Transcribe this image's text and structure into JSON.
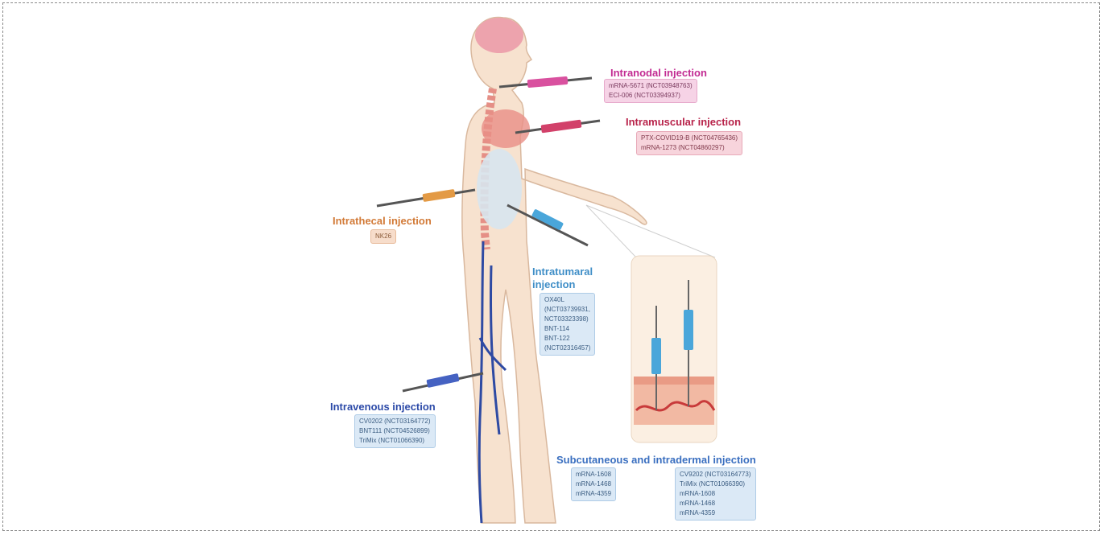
{
  "routes": {
    "intranodal": {
      "title": "Intranodal injection",
      "color": "#c22a92",
      "items": [
        "mRNA-5671 (NCT03948763)",
        "ECI-006 (NCT03394937)"
      ]
    },
    "intramuscular": {
      "title": "Intramuscular injection",
      "color": "#b8234a",
      "items": [
        "PTX-COVID19-B (NCT04765436)",
        "mRNA-1273 (NCT04860297)"
      ]
    },
    "intrathecal": {
      "title": "Intrathecal injection",
      "color": "#d27a37",
      "items": [
        "NK26"
      ]
    },
    "intratumoral": {
      "title_line1": "Intratumaral",
      "title_line2": "injection",
      "color": "#3f8ec7",
      "items": [
        "OX40L",
        "(NCT03739931,",
        "NCT03323398)",
        "BNT-114",
        "BNT-122",
        "(NCT02316457)"
      ]
    },
    "intravenous": {
      "title": "Intravenous injection",
      "color": "#2c4aa8",
      "items": [
        "CV0202 (NCT03164772)",
        "BNT111 (NCT04526899)",
        "TriMix (NCT01066390)"
      ]
    },
    "subcutaneous": {
      "title": "Subcutaneous and intradermal injection",
      "color": "#3a6fc0",
      "items_left": [
        "mRNA-1608",
        "mRNA-1468",
        "mRNA-4359"
      ],
      "items_right": [
        "CV9202 (NCT03164773)",
        "TriMix (NCT01066390)",
        "mRNA-1608",
        "mRNA-1468",
        "mRNA-4359"
      ]
    }
  },
  "icons": [
    "human-body-figure",
    "syringe-icon",
    "skin-cross-section"
  ],
  "colors": {
    "body": "#f7e2cf",
    "spine": "#e58f86",
    "vein": "#2e4aa3",
    "brain": "#eda3ad"
  }
}
